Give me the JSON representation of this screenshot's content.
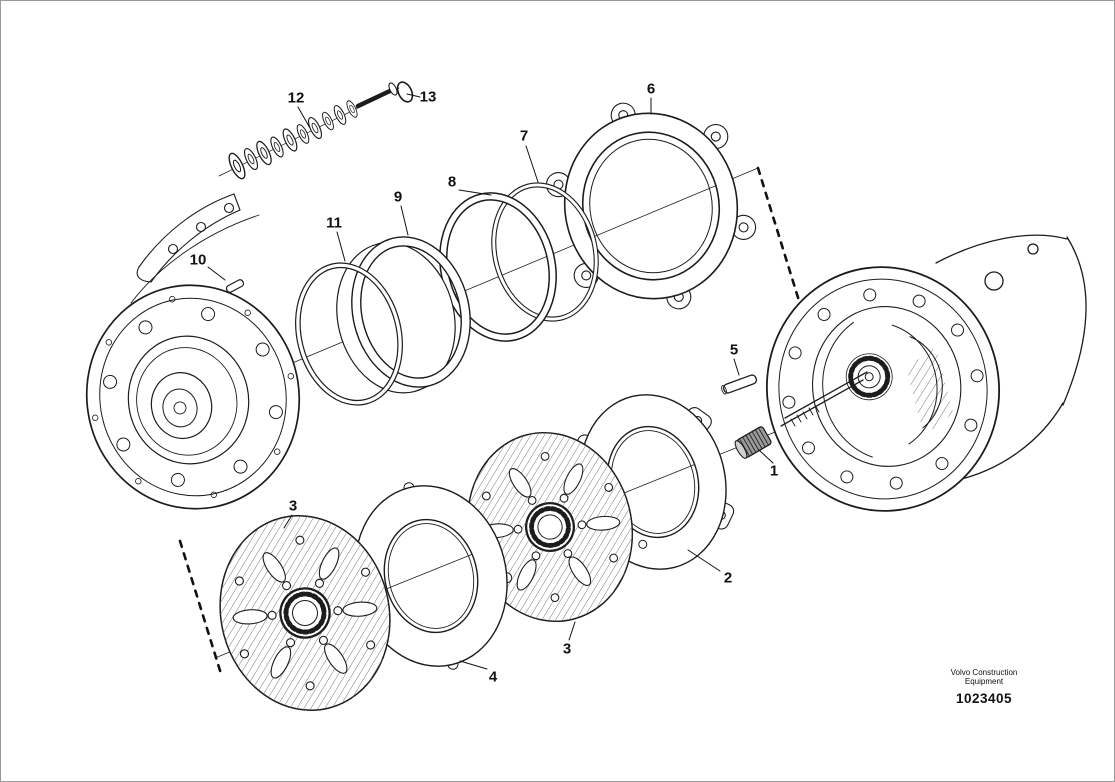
{
  "callouts": {
    "c1": "1",
    "c2": "2",
    "c3": "3",
    "c4": "4",
    "c5": "5",
    "c6": "6",
    "c7": "7",
    "c8": "8",
    "c9": "9",
    "c10": "10",
    "c11": "11",
    "c12": "12",
    "c13": "13"
  },
  "footer": {
    "brand_line1": "Volvo Construction",
    "brand_line2": "Equipment",
    "part_number": "1023405"
  }
}
